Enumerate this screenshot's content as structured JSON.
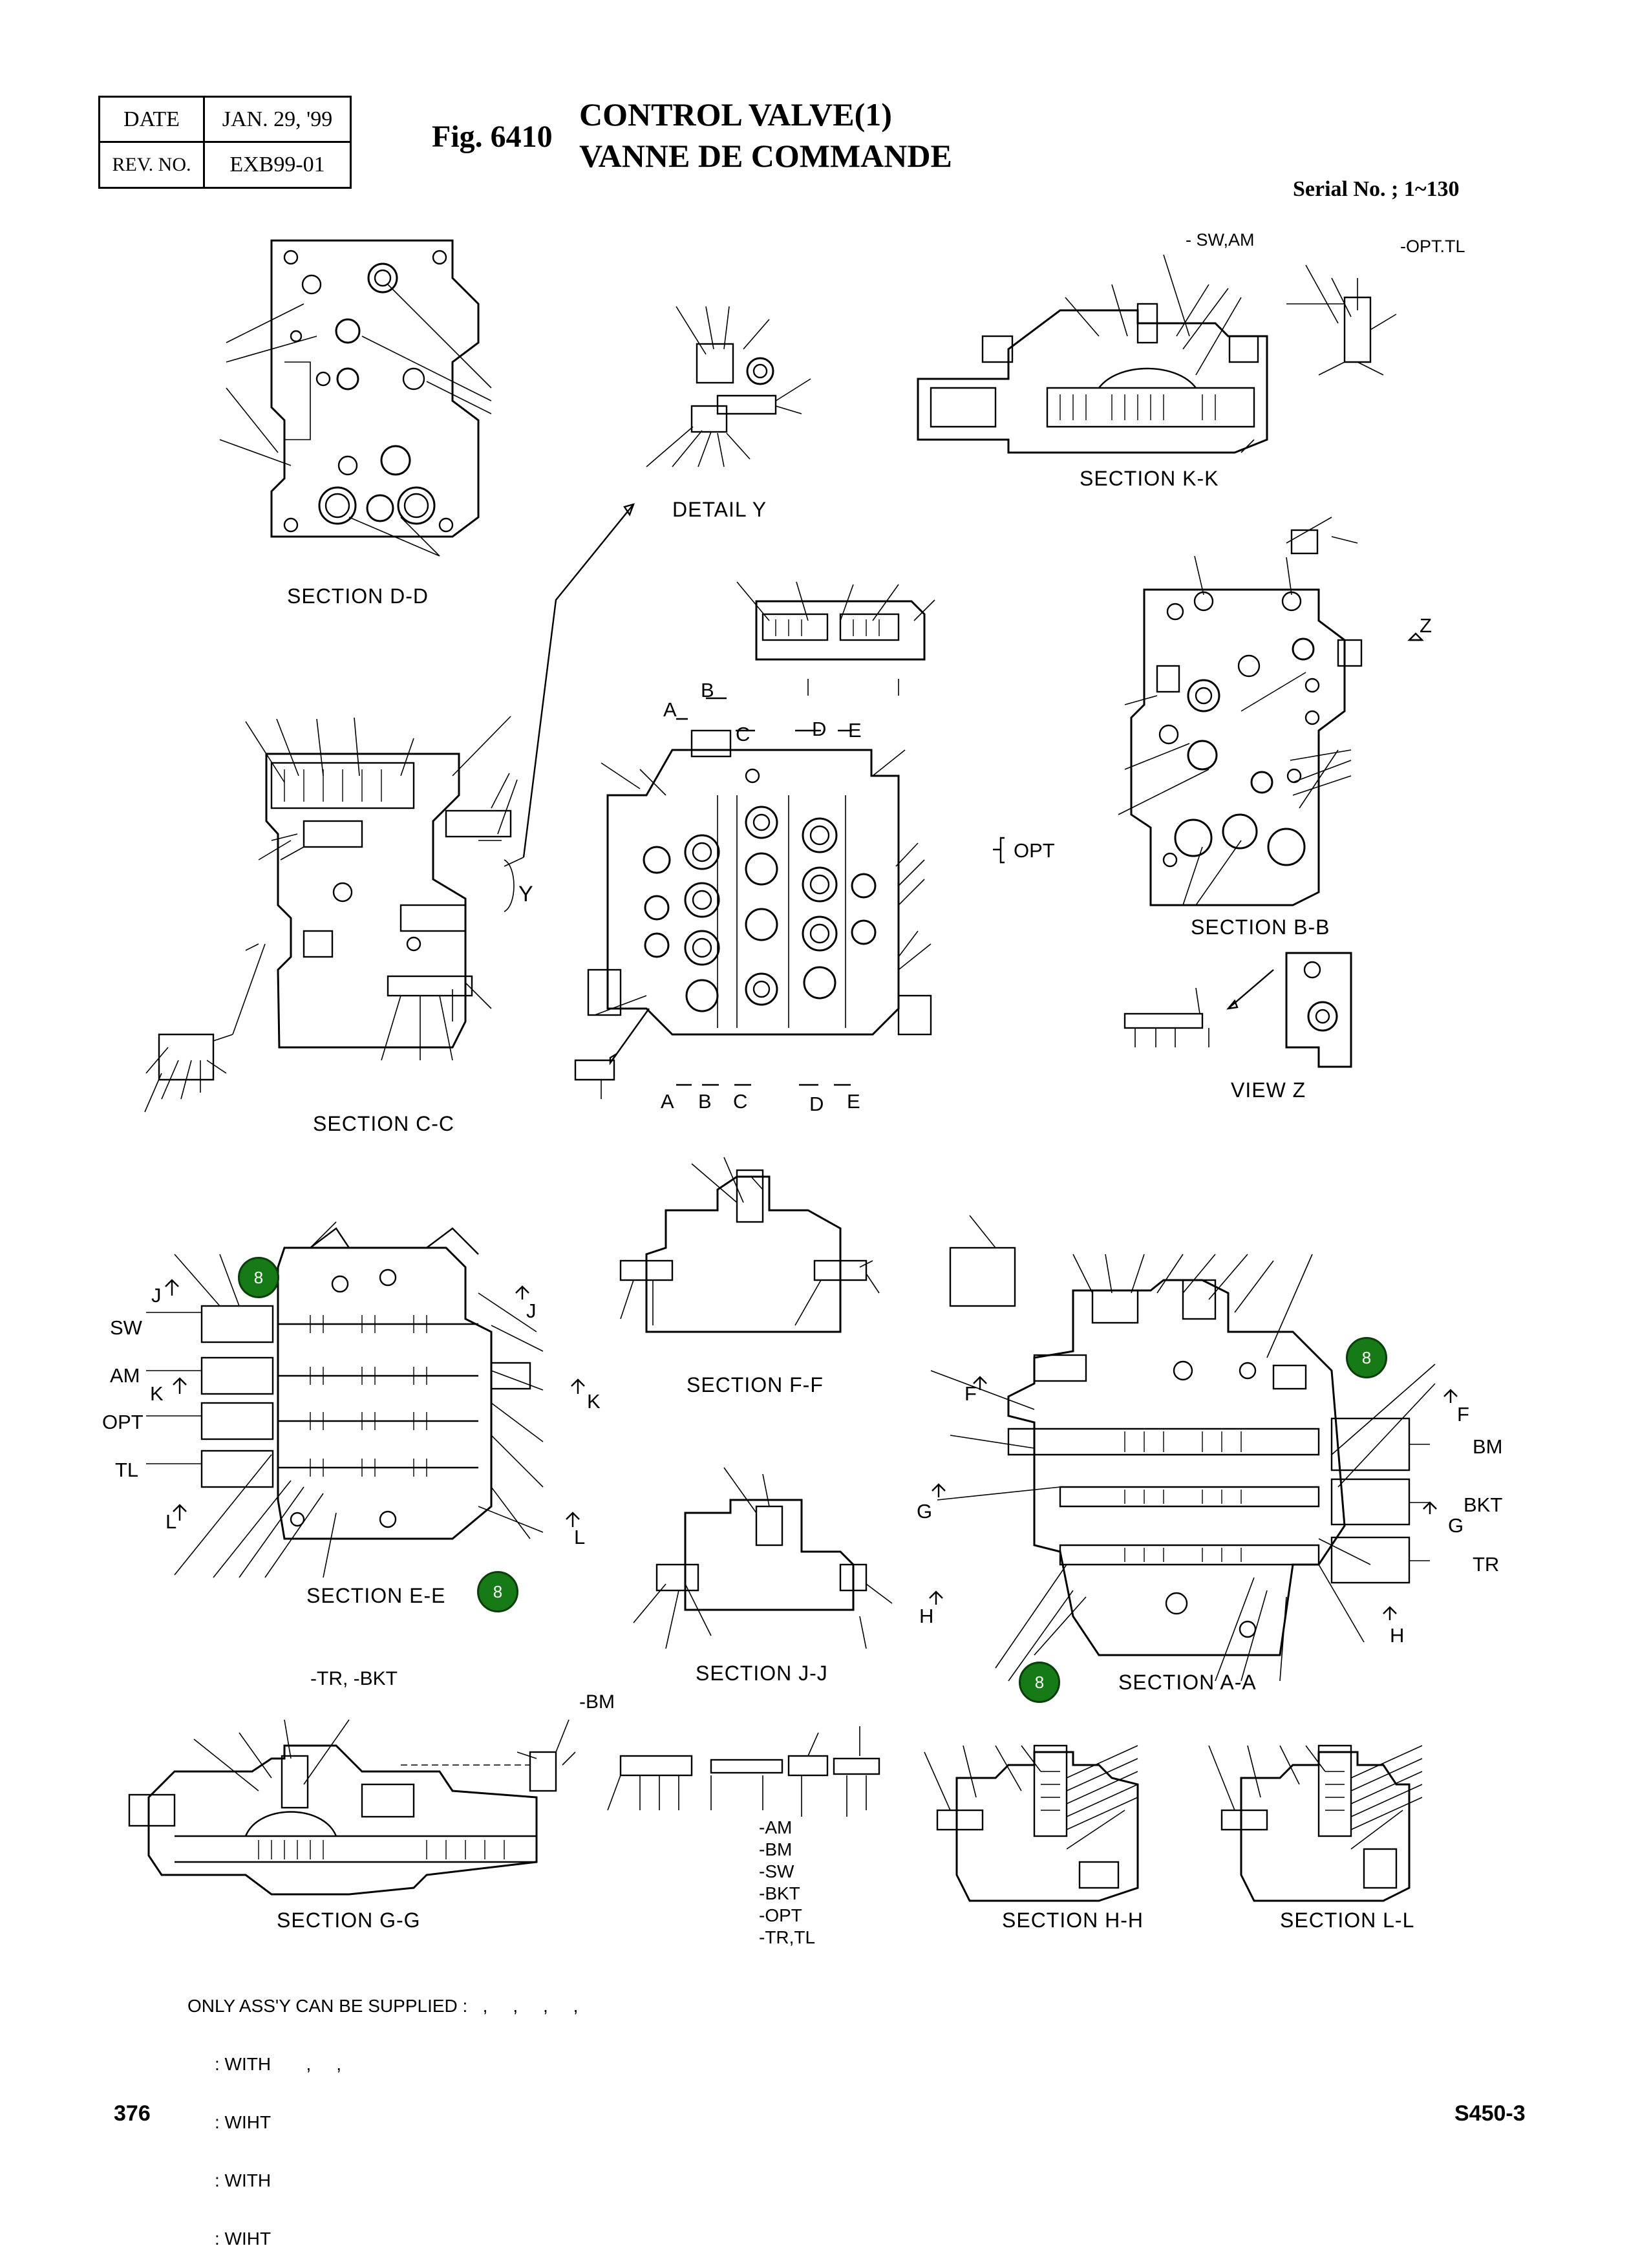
{
  "header": {
    "date_label": "DATE",
    "date_value": "JAN. 29, '99",
    "rev_label": "REV. NO.",
    "rev_value": "EXB99-01",
    "fig_label": "Fig. 6410",
    "title_en": "CONTROL VALVE(1)",
    "title_fr": "VANNE DE COMMANDE",
    "serial": "Serial No. ; 1~130"
  },
  "sections": {
    "dd": "SECTION D-D",
    "detail_y": "DETAIL  Y",
    "kk": "SECTION K-K",
    "cc": "SECTION C-C",
    "bb": "SECTION B-B",
    "view_z": "VIEW  Z",
    "ee": "SECTION E-E",
    "ff": "SECTION F-F",
    "jj": "SECTION J-J",
    "aa": "SECTION A-A",
    "gg": "SECTION G-G",
    "hh": "SECTION H-H",
    "ll": "SECTION L-L"
  },
  "kk_labels": {
    "sw_am": "- SW,AM",
    "opt_tl": "-OPT.TL"
  },
  "letters": {
    "A": "A",
    "B": "B",
    "C": "C",
    "D": "D",
    "E": "E",
    "F": "F",
    "G": "G",
    "H": "H",
    "J": "J",
    "K": "K",
    "L": "L",
    "Y": "Y",
    "Z": "Z",
    "opt": "OPT"
  },
  "ee_spools": [
    "SW",
    "AM",
    "OPT",
    "TL"
  ],
  "aa_spools": [
    "BM",
    "BKT",
    "TR"
  ],
  "gg_labels": {
    "tr_bkt": "-TR,   -BKT",
    "bm": "-BM"
  },
  "spool_list": [
    "-AM",
    "-BM",
    "-SW",
    "-BKT",
    "-OPT",
    "-TR,TL"
  ],
  "markers": [
    "8",
    "8",
    "8",
    "8"
  ],
  "note": {
    "line1": "ONLY ASS'Y CAN BE SUPPLIED :   ,     ,     ,     ,",
    "line2": ": WITH       ,     ,",
    "line3": ": WIHT",
    "line4": ": WITH",
    "line5": ": WIHT"
  },
  "footer": {
    "page": "376",
    "model": "S450-3"
  }
}
